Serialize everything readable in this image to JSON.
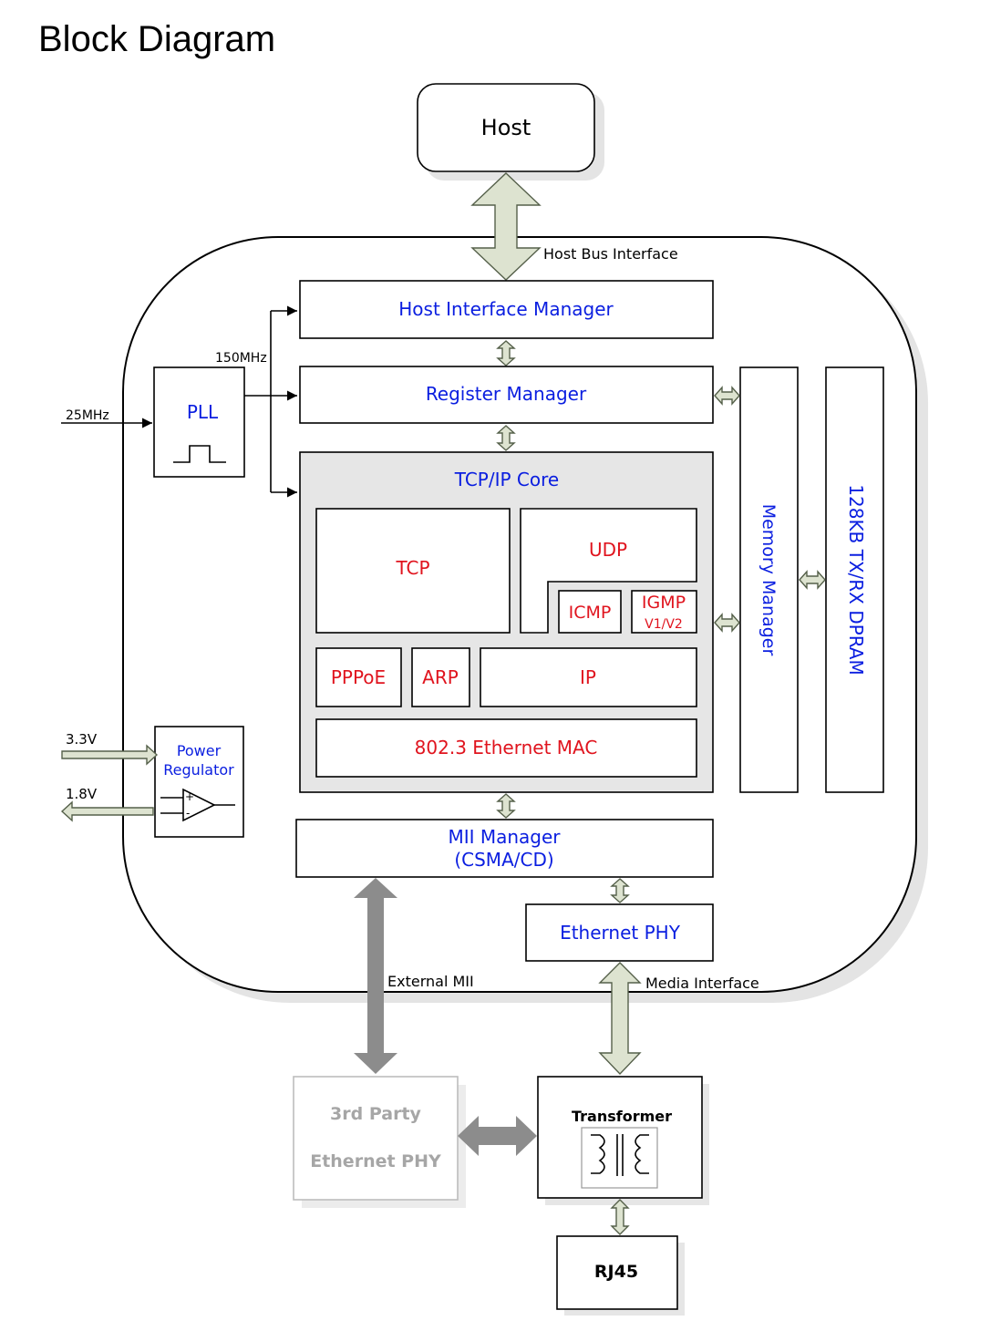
{
  "title": "Block Diagram",
  "blocks": {
    "host": "Host",
    "host_interface_manager": "Host Interface Manager",
    "register_manager": "Register Manager",
    "pll": "PLL",
    "tcpip_core": "TCP/IP Core",
    "tcp": "TCP",
    "udp": "UDP",
    "icmp": "ICMP",
    "igmp": "IGMP",
    "igmp_version": "V1/V2",
    "pppoe": "PPPoE",
    "arp": "ARP",
    "ip": "IP",
    "mac": "802.3 Ethernet MAC",
    "memory_manager": "Memory Manager",
    "dpram": "128KB TX/RX DPRAM",
    "power_regulator_line1": "Power",
    "power_regulator_line2": "Regulator",
    "mii_manager_line1": "MII  Manager",
    "mii_manager_line2": "(CSMA/CD)",
    "ethernet_phy": "Ethernet PHY",
    "third_party_line1": "3rd Party",
    "third_party_line2": "Ethernet PHY",
    "transformer": "Transformer",
    "rj45": "RJ45"
  },
  "labels": {
    "host_bus_interface": "Host Bus Interface",
    "freq_150": "150MHz",
    "freq_25": "25MHz",
    "v33": "3.3V",
    "v18": "1.8V",
    "external_mii": "External MII",
    "media_interface": "Media Interface"
  },
  "colors": {
    "module_text": "#0a1ee0",
    "protocol_text": "#e0141e",
    "arrow_fill": "#dde3d0",
    "core_fill": "#e6e6e6"
  }
}
